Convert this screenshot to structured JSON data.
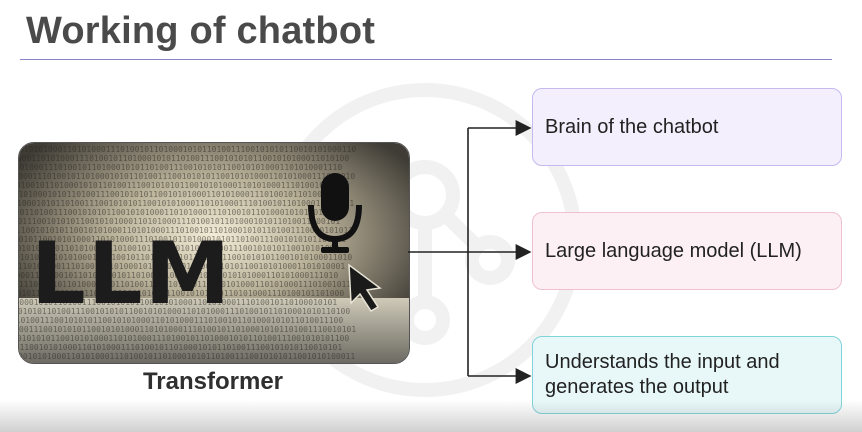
{
  "slide": {
    "title": "Working of chatbot"
  },
  "image": {
    "art_text": "LLM",
    "binary_text": "0101010001101010001110100101101000101011010011100101010110",
    "caption": "Transformer",
    "icons": [
      "microphone-icon",
      "cursor-arrow-icon"
    ]
  },
  "boxes": [
    {
      "text": "Brain of the chatbot",
      "color": "#f3effc",
      "border": "#c6b9ef"
    },
    {
      "text": "Large language model (LLM)",
      "color": "#fdf0f5",
      "border": "#f1bfd3"
    },
    {
      "text": "Understands the input and generates the output",
      "color": "#e8f8f9",
      "border": "#7fd3da"
    }
  ],
  "colors": {
    "title": "#4a4a4a",
    "rule": "#8a85c8",
    "connector": "#222222"
  }
}
